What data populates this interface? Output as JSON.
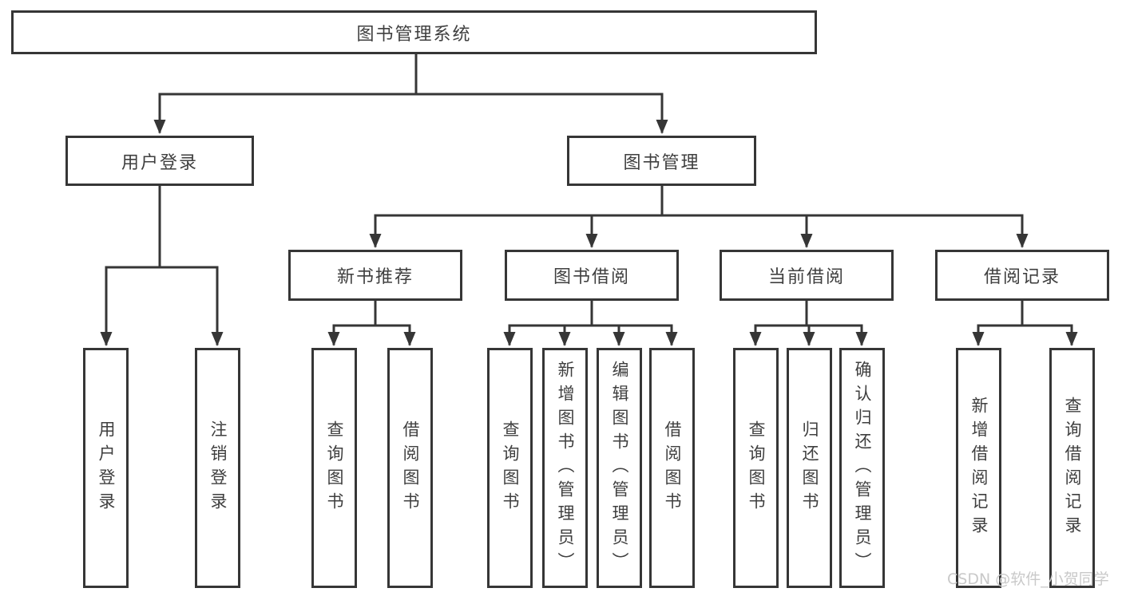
{
  "diagram": {
    "root": "图书管理系统",
    "branches": [
      {
        "label": "用户登录",
        "children": [
          "用户登录",
          "注销登录"
        ]
      },
      {
        "label": "图书管理",
        "groups": [
          {
            "label": "新书推荐",
            "children": [
              "查询图书",
              "借阅图书"
            ]
          },
          {
            "label": "图书借阅",
            "children": [
              "查询图书",
              "新增图书（管理员）",
              "编辑图书（管理员）",
              "借阅图书"
            ]
          },
          {
            "label": "当前借阅",
            "children": [
              "查询图书",
              "归还图书",
              "确认归还（管理员）"
            ]
          },
          {
            "label": "借阅记录",
            "children": [
              "新增借阅记录",
              "查询借阅记录"
            ]
          }
        ]
      }
    ]
  },
  "watermark": "CSDN @软件_小贺同学",
  "colors": {
    "line": "#363636",
    "box_border": "#363636",
    "text": "#3f3f3f",
    "watermark": "#c9c9c9",
    "background": "#ffffff"
  }
}
